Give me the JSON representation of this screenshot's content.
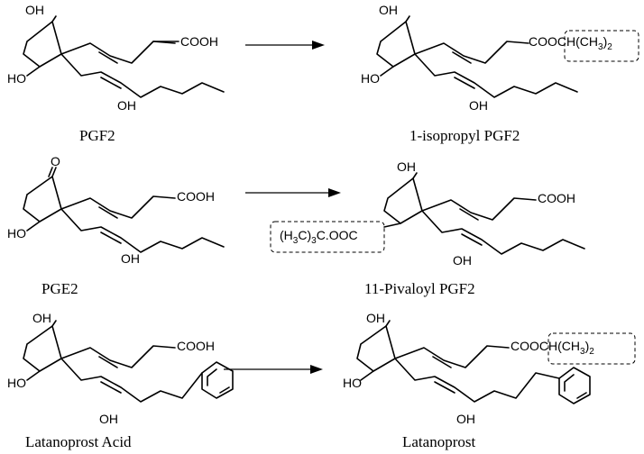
{
  "labels": {
    "oh": "OH",
    "ho": "HO",
    "o": "O",
    "cooh": "COOH",
    "ester_prefix": "COOCH",
    "ester_ch3": "(CH",
    "ester_3": "3",
    "ester_close": ")",
    "ester_2": "2",
    "piv_prefix": "(H",
    "piv_c": "C)",
    "piv_3a": "3",
    "piv_3b": "3",
    "piv_tail": "C.OOC"
  },
  "captions": {
    "pgf2": "PGF2",
    "isopropyl_pgf2": "1-isopropyl PGF2",
    "pge2": "PGE2",
    "pivaloyl_pgf2": "11-Pivaloyl PGF2",
    "latanoprost_acid": "Latanoprost Acid",
    "latanoprost": "Latanoprost"
  },
  "reactions": [
    {
      "from": "PGF2",
      "to": "1-isopropyl PGF2"
    },
    {
      "from": "PGE2",
      "to": "11-Pivaloyl PGF2"
    },
    {
      "from": "Latanoprost Acid",
      "to": "Latanoprost"
    }
  ]
}
